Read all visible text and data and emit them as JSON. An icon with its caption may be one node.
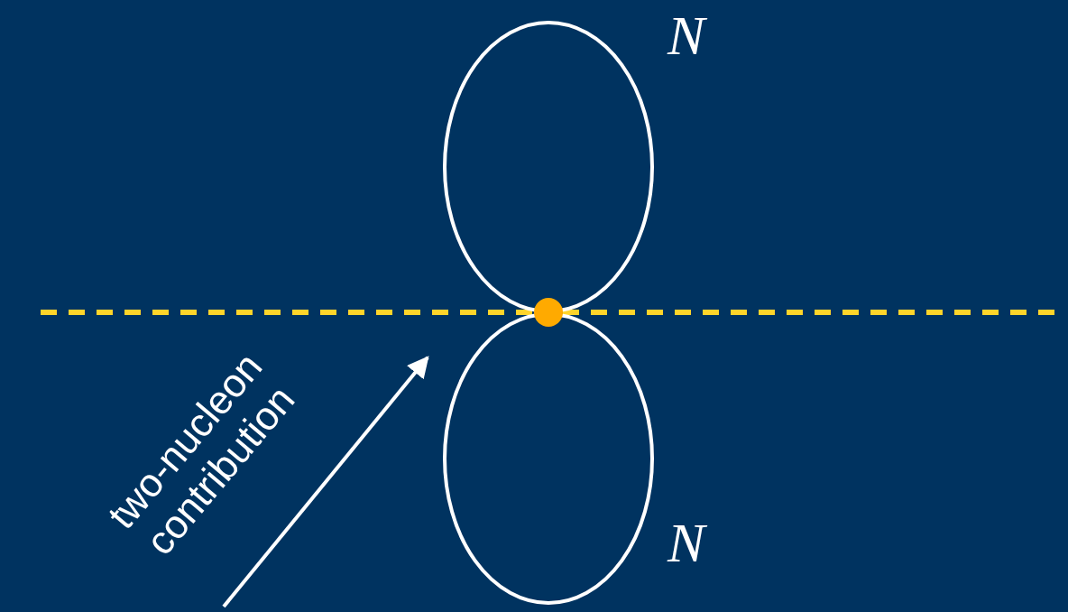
{
  "diagram": {
    "nodes": [
      {
        "text": [],
        "shape": "ellipse",
        "beside": [
          "N"
        ]
      },
      {
        "text": [],
        "shape": "ellipse",
        "beside": [
          "N"
        ]
      },
      {
        "text": [],
        "shape": "circle"
      },
      {
        "text": [
          "two-nucleon contribution"
        ]
      }
    ],
    "edges": [
      {
        "from": null,
        "to": 2,
        "arrow": "none",
        "style": "dashed",
        "color": "#ffd42a"
      },
      {
        "from": 2,
        "to": null,
        "arrow": "none",
        "style": "dashed",
        "color": "#ffd42a"
      },
      {
        "from": 3,
        "to": null,
        "arrow": "to",
        "color": "#ffffff"
      }
    ]
  }
}
